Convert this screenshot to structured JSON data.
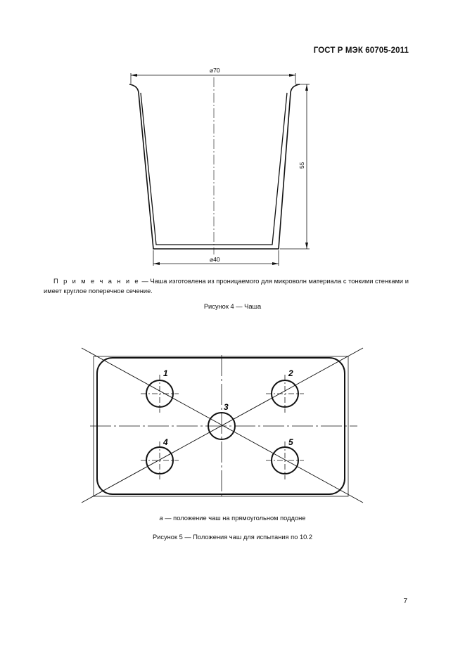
{
  "header": {
    "doc_id": "ГОСТ Р МЭК 60705-2011"
  },
  "figure4": {
    "dim_top": "⌀70",
    "dim_bottom": "⌀40",
    "dim_height": "55",
    "note_lead": "П р и м е ч а н и е",
    "note_text": " — Чаша изготовлена из проницаемого для микроволн материала с тонкими стенками и имеет круглое поперечное сечение.",
    "caption": "Рисунок 4 — Чаша"
  },
  "figure5": {
    "labels": [
      "1",
      "2",
      "3",
      "4",
      "5"
    ],
    "legend_letter": "а",
    "legend_text": " — положение чаш на прямоугольном поддоне",
    "caption": "Рисунок 5 — Положения чаш для испытания по 10.2"
  },
  "page": {
    "number": "7"
  }
}
